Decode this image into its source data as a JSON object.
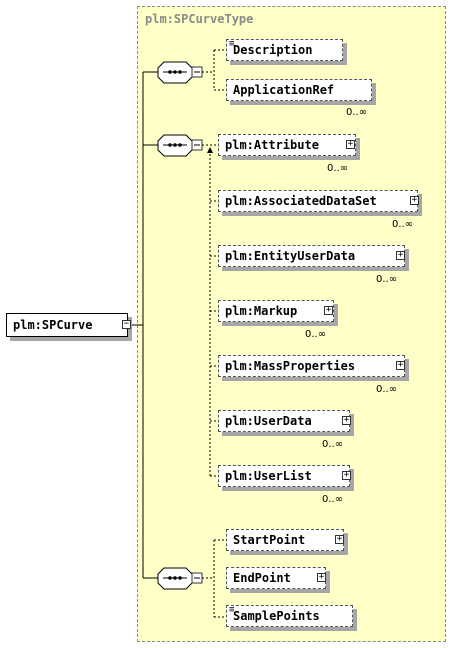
{
  "complex_type": {
    "title": "plm:SPCurveType"
  },
  "root": {
    "label": "plm:SPCurve"
  },
  "groups": [
    {
      "elements": [
        {
          "label": "Description",
          "has_doc": true,
          "cardinality": ""
        },
        {
          "label": "ApplicationRef",
          "has_doc": false,
          "cardinality": "0..∞"
        }
      ]
    },
    {
      "elements": [
        {
          "label": "plm:Attribute",
          "cardinality": "0..∞"
        },
        {
          "label": "plm:AssociatedDataSet",
          "cardinality": "0..∞"
        },
        {
          "label": "plm:EntityUserData",
          "cardinality": "0..∞"
        },
        {
          "label": "plm:Markup",
          "cardinality": "0..∞"
        },
        {
          "label": "plm:MassProperties",
          "cardinality": "0..∞"
        },
        {
          "label": "plm:UserData",
          "cardinality": "0..∞"
        },
        {
          "label": "plm:UserList",
          "cardinality": "0..∞"
        }
      ]
    },
    {
      "elements": [
        {
          "label": "StartPoint",
          "has_doc": false,
          "cardinality": ""
        },
        {
          "label": "EndPoint",
          "has_doc": false,
          "cardinality": ""
        },
        {
          "label": "SamplePoints",
          "has_doc": true,
          "cardinality": ""
        }
      ]
    }
  ]
}
